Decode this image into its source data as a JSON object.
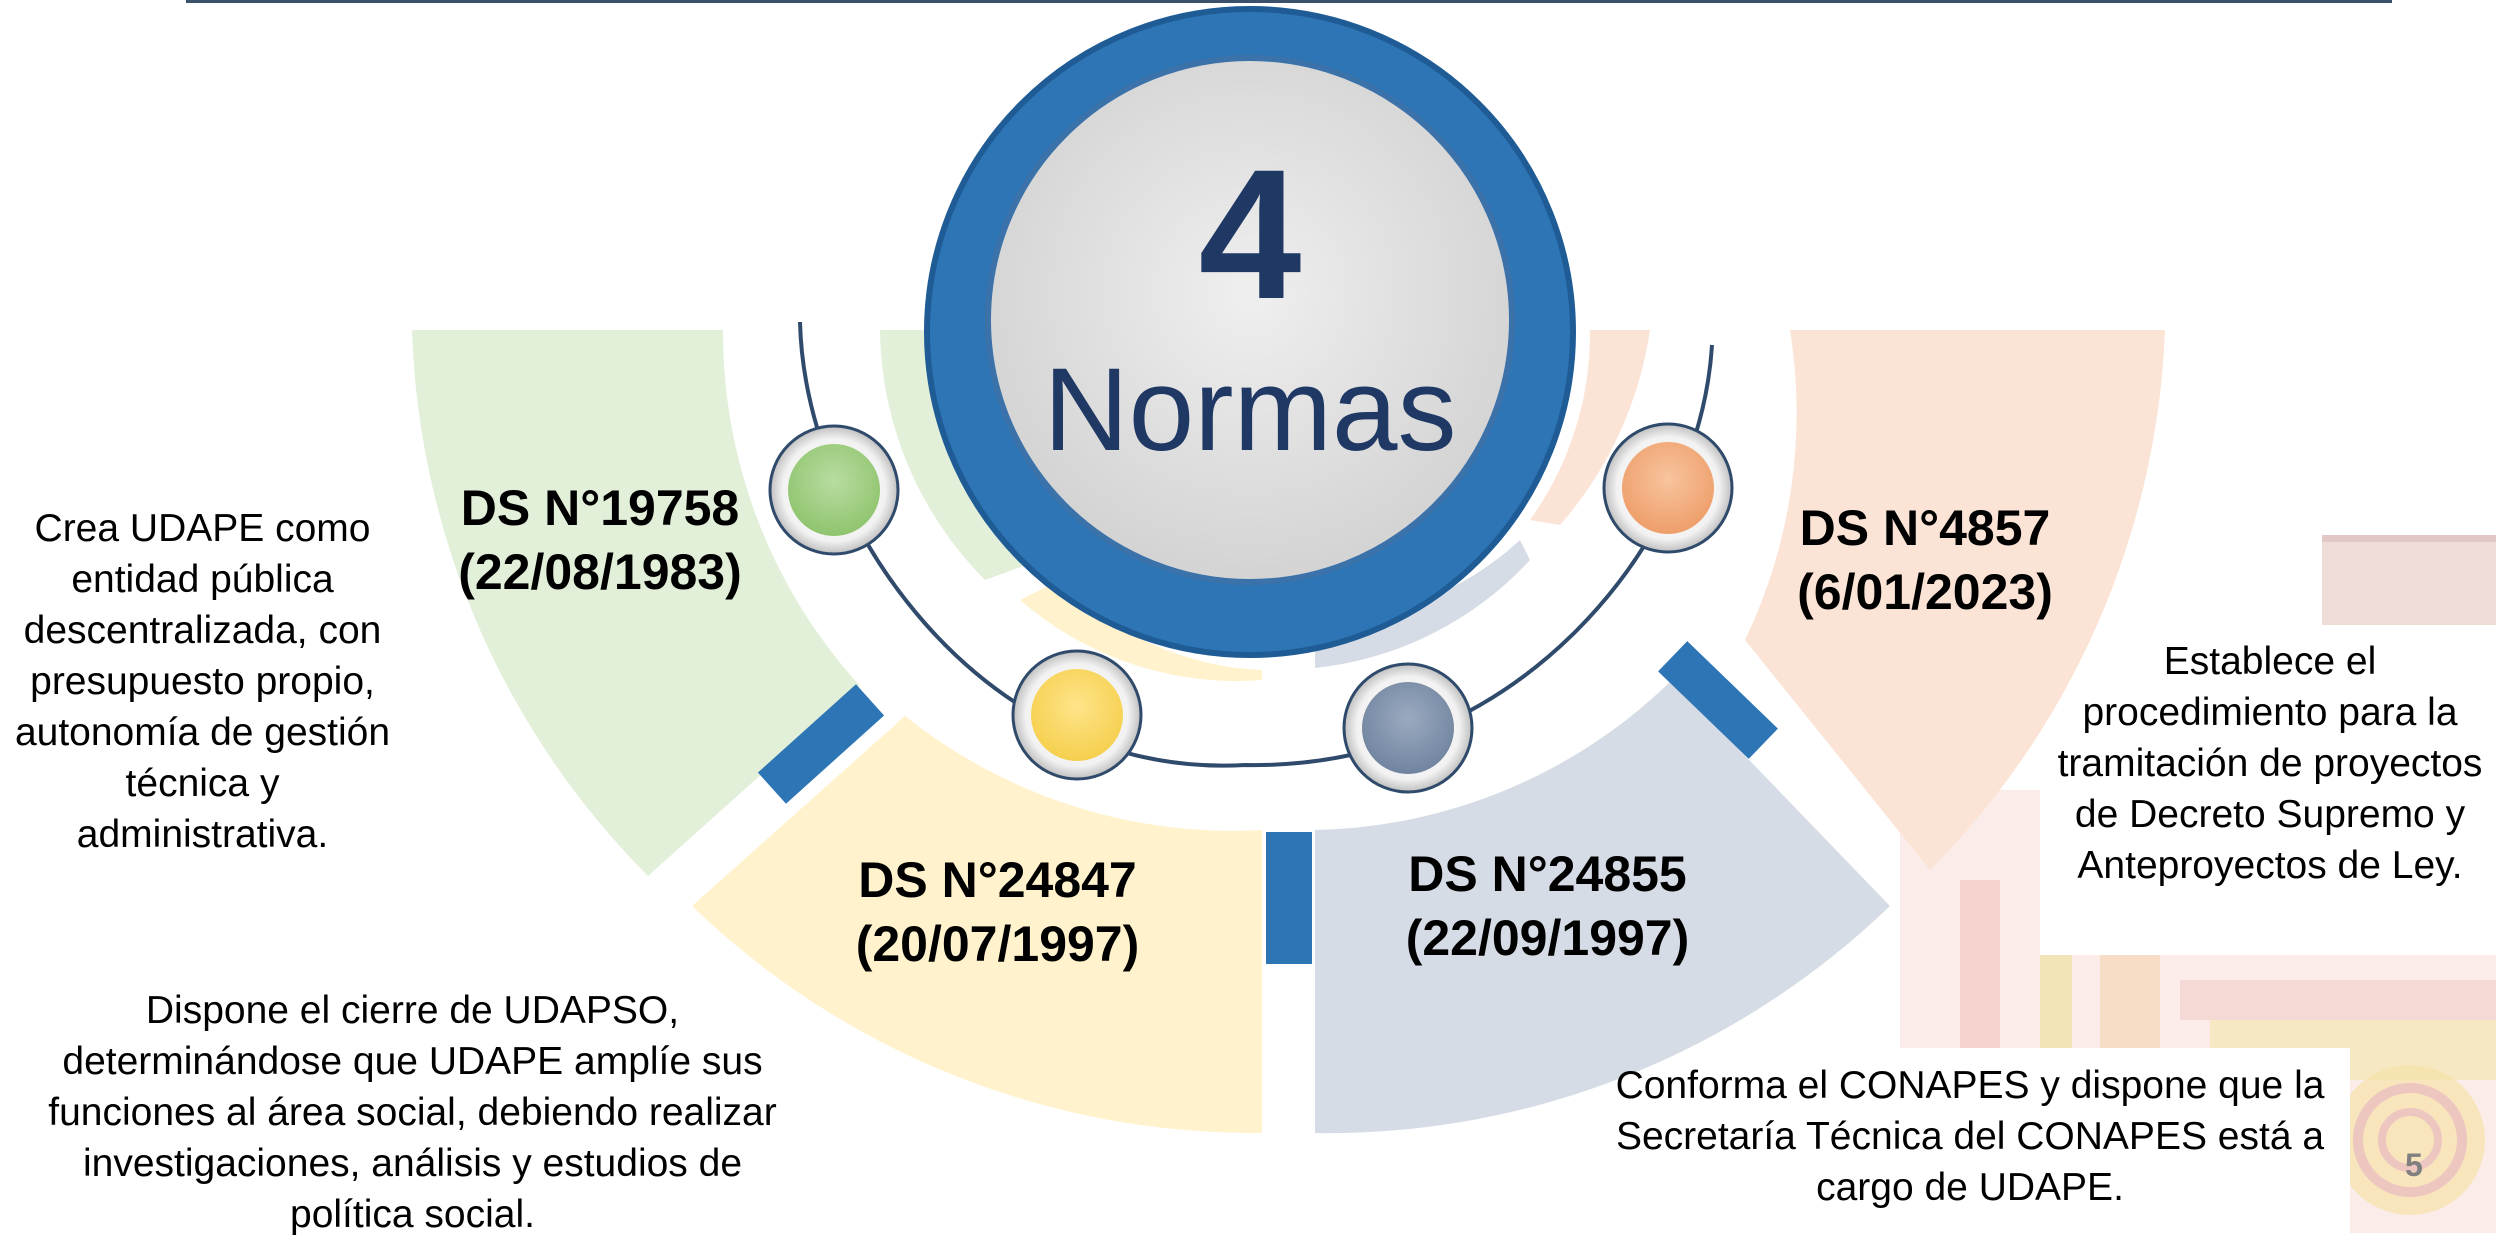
{
  "center": {
    "number": "4",
    "label": "Normas"
  },
  "norms": [
    {
      "code": "DS N°19758",
      "date": "(22/08/1983)",
      "description": "Crea UDAPE como entidad pública descentralizada, con presupuesto propio, autonomía de gestión técnica y administrativa.",
      "color": "#a9d18e"
    },
    {
      "code": "DS N°24847",
      "date": "(20/07/1997)",
      "description": "Dispone el cierre de UDAPSO, determinándose que UDAPE amplíe sus funciones al área social, debiendo realizar investigaciones, análisis y estudios de política social.",
      "color": "#ffd966"
    },
    {
      "code": "DS N°24855",
      "date": "(22/09/1997)",
      "description": "Conforma el CONAPES y dispone que la Secretaría Técnica del CONAPES está a cargo de UDAPE.",
      "color": "#8497b0"
    },
    {
      "code": "DS N°4857",
      "date": "(6/01/2023)",
      "description": "Establece el procedimiento para la tramitación de proyectos de Decreto Supremo y Anteproyectos de Ley.",
      "color": "#f4b183"
    }
  ],
  "page_number": "5",
  "accent_color": "#2e75b6",
  "title_color": "#1f3864"
}
